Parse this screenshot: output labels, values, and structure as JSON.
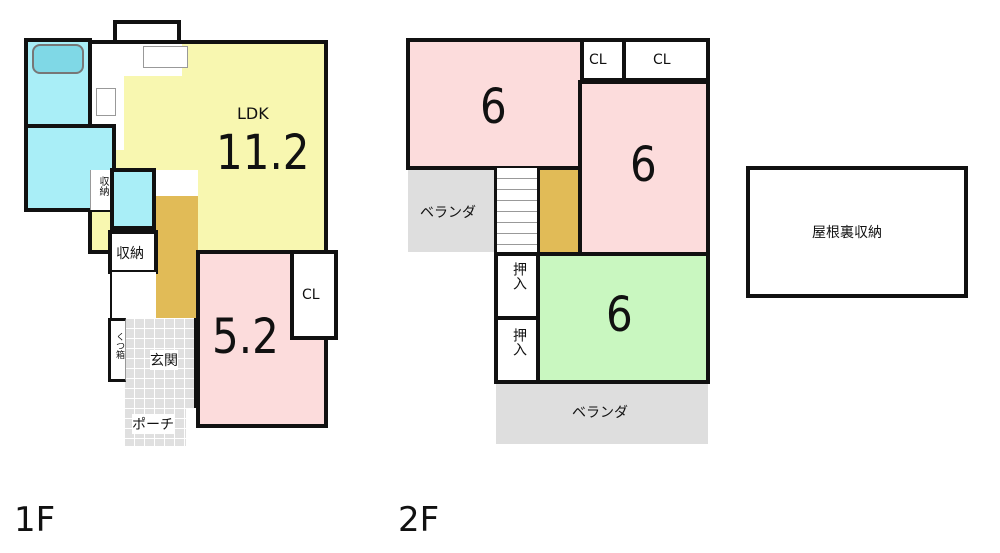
{
  "floors": [
    {
      "label": "1F",
      "rooms": [
        {
          "name": "LDK",
          "size": "11.2"
        },
        {
          "name": "",
          "size": "5.2"
        },
        {
          "name": "CL"
        },
        {
          "name": "収納"
        },
        {
          "name": "収納",
          "small": true
        },
        {
          "name": "くつ箱"
        },
        {
          "name": "玄関"
        },
        {
          "name": "ポーチ"
        }
      ]
    },
    {
      "label": "2F",
      "rooms": [
        {
          "size": "6"
        },
        {
          "size": "6"
        },
        {
          "size": "6"
        },
        {
          "name": "CL"
        },
        {
          "name": "CL"
        },
        {
          "name": "押入"
        },
        {
          "name": "押入"
        },
        {
          "name": "ベランダ"
        },
        {
          "name": "ベランダ"
        },
        {
          "name": "屋根裏収納"
        }
      ]
    }
  ],
  "colors": {
    "ldk": "#f8f7b0",
    "bedroom": "#fcdcdc",
    "wet": "#a9eef7",
    "hall": "#e1bb57",
    "tatami": "#c9f7c0",
    "veranda": "#dedede"
  }
}
